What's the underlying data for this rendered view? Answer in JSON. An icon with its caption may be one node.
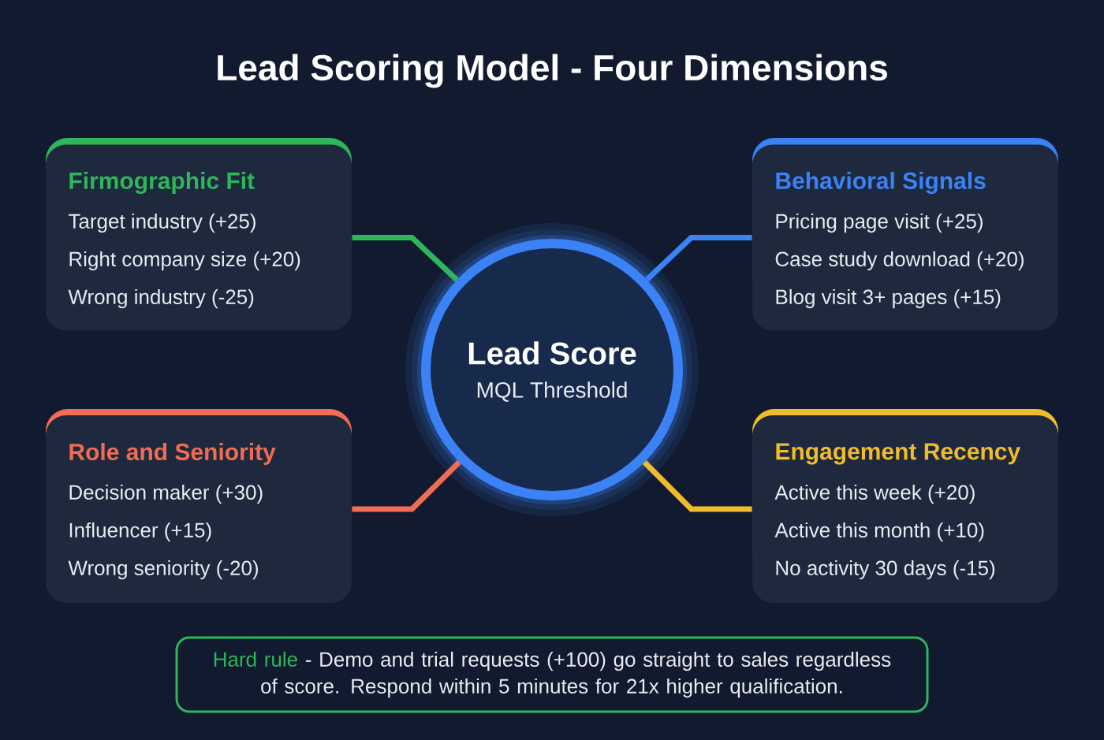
{
  "diagram": {
    "title": "Lead Scoring Model - Four Dimensions",
    "nodes": [
      {
        "text": [
          "Lead Score",
          "MQL Threshold"
        ]
      },
      {
        "text": [
          "Firmographic Fit",
          "Target industry (+25)",
          "Right company size (+20)",
          "Wrong industry (-25)"
        ]
      },
      {
        "text": [
          "Behavioral Signals",
          "Pricing page visit (+25)",
          "Case study download (+20)",
          "Blog visit 3+ pages (+15)"
        ]
      },
      {
        "text": [
          "Role and Seniority",
          "Decision maker (+30)",
          "Influencer (+15)",
          "Wrong seniority (-20)"
        ]
      },
      {
        "text": [
          "Engagement Recency",
          "Active this week (+20)",
          "Active this month (+10)",
          "No activity 30 days (-15)"
        ]
      },
      {
        "text": [
          "Hard rule",
          "- Demo and trial requests (+100) go straight to sales regardless of score. Respond within 5 minutes for 21x higher qualification."
        ]
      }
    ],
    "edges": [
      {
        "from": 1,
        "to": 0,
        "arrow": "none",
        "color": "#2fb55a"
      },
      {
        "from": 2,
        "to": 0,
        "arrow": "none",
        "color": "#3b82f6"
      },
      {
        "from": 3,
        "to": 0,
        "arrow": "none",
        "color": "#f26b55"
      },
      {
        "from": 4,
        "to": 0,
        "arrow": "none",
        "color": "#f0bc2e"
      }
    ]
  }
}
